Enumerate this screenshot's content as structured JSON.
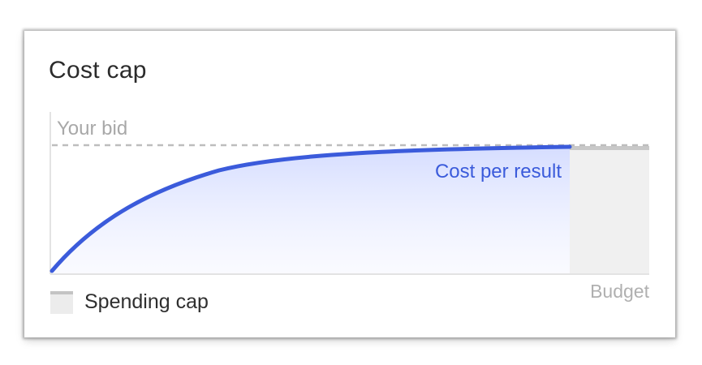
{
  "card": {
    "title": "Cost cap"
  },
  "chart": {
    "bid_label": "Your bid",
    "curve_label": "Cost per result",
    "budget_label": "Budget",
    "colors": {
      "curve": "#3b5bdb",
      "fill_top": "#d3dbff",
      "bid_line": "#bdbdbd",
      "spending_cap": "#ececec"
    }
  },
  "legend": {
    "spending_cap_label": "Spending cap"
  }
}
